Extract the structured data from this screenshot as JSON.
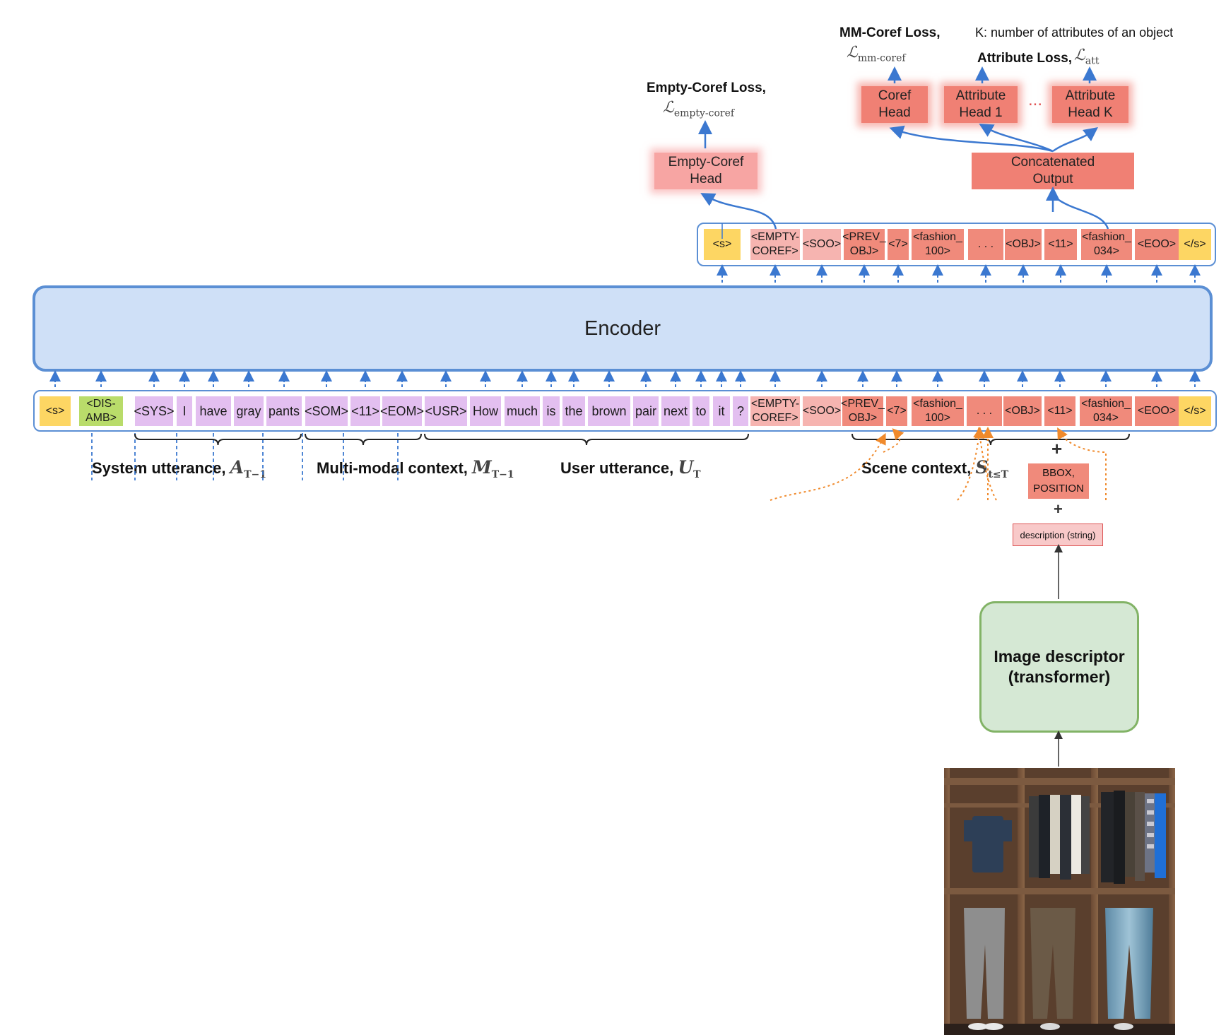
{
  "top_labels": {
    "mm_coref_loss": "MM-Coref Loss,",
    "mm_coref_math": "mm-coref",
    "k_note": "K: number of attributes of an object",
    "attribute_loss": "Attribute Loss,",
    "attribute_math": "att",
    "empty_coref_loss": "Empty-Coref Loss,",
    "empty_coref_math": "empty-coref",
    "loss_symbol": "ℒ"
  },
  "heads": {
    "coref": "Coref\nHead",
    "attr1": "Attribute\nHead 1",
    "dots": "...",
    "attrK": "Attribute\nHead K",
    "empty": "Empty-Coref\nHead",
    "concat": "Concatenated\nOutput"
  },
  "encoder_label": "Encoder",
  "output_tokens": [
    "<s>",
    "<EMPTY-\nCOREF>",
    "<SOO>",
    "<PREV_\nOBJ>",
    "<7>",
    "<fashion_\n100>",
    ". . .",
    "<OBJ>",
    "<11>",
    "<fashion_\n034>",
    "<EOO>",
    "</s>"
  ],
  "input_tokens": [
    "<s>",
    "<DIS-\nAMB>",
    "<SYS>",
    "I",
    "have",
    "gray",
    "pants",
    "<SOM>",
    "<11>",
    "<EOM>",
    "<USR>",
    "How",
    "much",
    "is",
    "the",
    "brown",
    "pair",
    "next",
    "to",
    "it",
    "?",
    "<EMPTY-\nCOREF>",
    "<SOO>",
    "<PREV_\nOBJ>",
    "<7>",
    "<fashion_\n100>",
    ". . .",
    "<OBJ>",
    "<11>",
    "<fashion_\n034>",
    "<EOO>",
    "</s>"
  ],
  "segments": {
    "system": "System utterance,",
    "system_math": "A",
    "system_sub": "T−1",
    "multimodal": "Multi-modal context,",
    "multimodal_math": "M",
    "multimodal_sub": "T−1",
    "user": "User utterance,",
    "user_math": "U",
    "user_sub": "T",
    "scene": "Scene context,",
    "scene_math": "S",
    "scene_sub": "t≤T"
  },
  "bbox_label": "BBOX,\nPOSITION",
  "plus_symbol": "+",
  "description_label": "description (string)",
  "image_descriptor_label": "Image descriptor\n(transformer)",
  "colors": {
    "encoder_fill": "#cfe0f7",
    "encoder_border": "#5b8fd4",
    "utterance_token": "#e3bff0",
    "special_token": "#fdd663",
    "disamb_token": "#b9dc6a",
    "scene_token_light": "#f6b4b0",
    "scene_token": "#f08a7b",
    "head": "#f08074",
    "arrow_blue": "#3b78d0",
    "arrow_orange": "#f08a2c"
  }
}
